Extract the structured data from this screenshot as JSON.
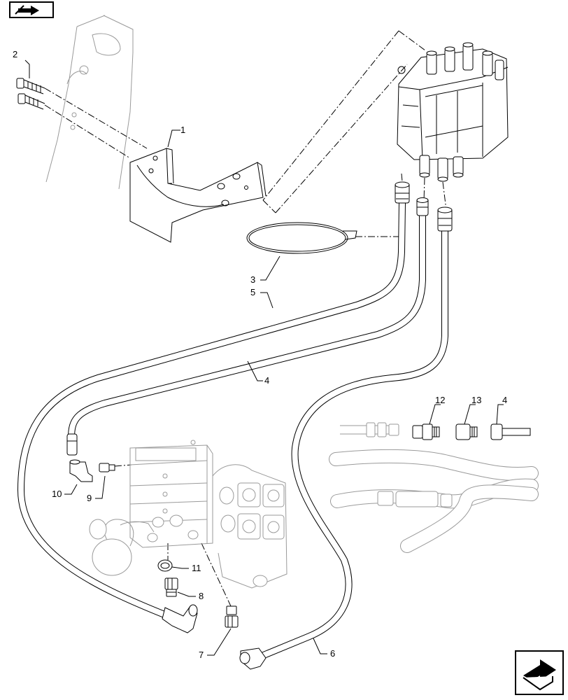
{
  "callouts": {
    "c1": "1",
    "c2": "2",
    "c3": "3",
    "c4": "4",
    "c4b": "4",
    "c5": "5",
    "c6": "6",
    "c7": "7",
    "c8": "8",
    "c9": "9",
    "c10": "10",
    "c11": "11",
    "c12": "12",
    "c13": "13"
  },
  "icons": {
    "top_left": "book-arrow-icon",
    "bottom_right": "next-page-arrow-icon"
  }
}
